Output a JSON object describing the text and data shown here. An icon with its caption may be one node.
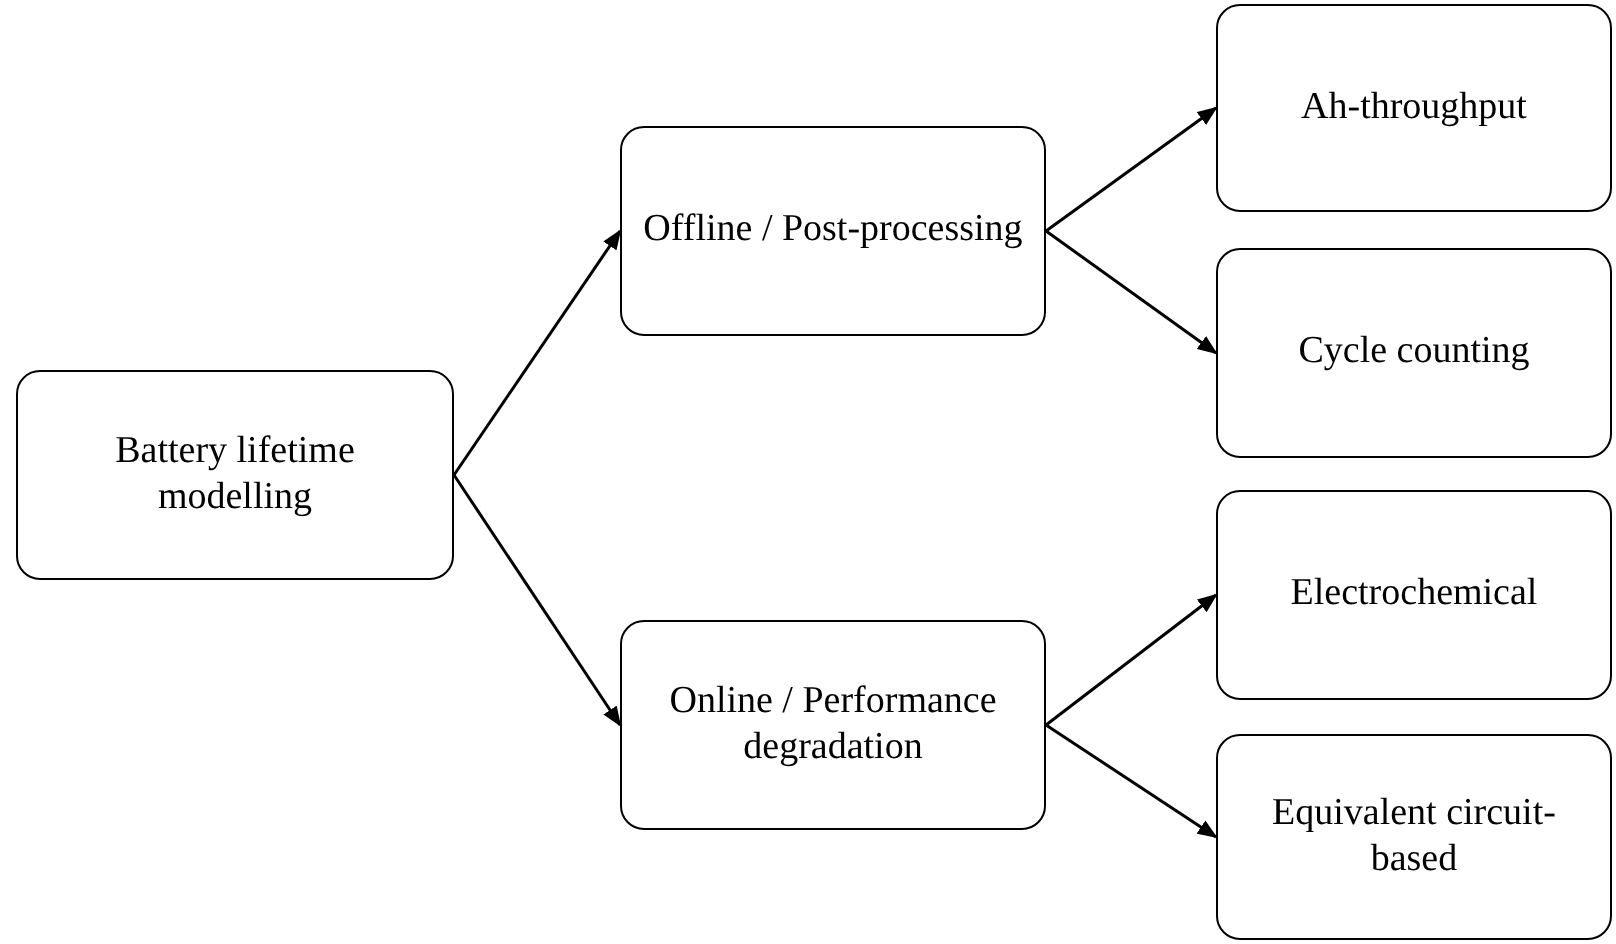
{
  "diagram": {
    "nodes": [
      {
        "text": [
          "Battery lifetime modelling"
        ]
      },
      {
        "text": [
          "Offline / Post-processing"
        ]
      },
      {
        "text": [
          "Online / Performance degradation"
        ]
      },
      {
        "text": [
          "Ah-throughput"
        ]
      },
      {
        "text": [
          "Cycle counting"
        ]
      },
      {
        "text": [
          "Electrochemical"
        ]
      },
      {
        "text": [
          "Equivalent circuit-based"
        ]
      }
    ],
    "edges": [
      {
        "from": 0,
        "to": 1,
        "arrow": "to"
      },
      {
        "from": 0,
        "to": 2,
        "arrow": "to"
      },
      {
        "from": 1,
        "to": 3,
        "arrow": "to"
      },
      {
        "from": 1,
        "to": 4,
        "arrow": "to"
      },
      {
        "from": 2,
        "to": 5,
        "arrow": "to"
      },
      {
        "from": 2,
        "to": 6,
        "arrow": "to"
      }
    ]
  }
}
